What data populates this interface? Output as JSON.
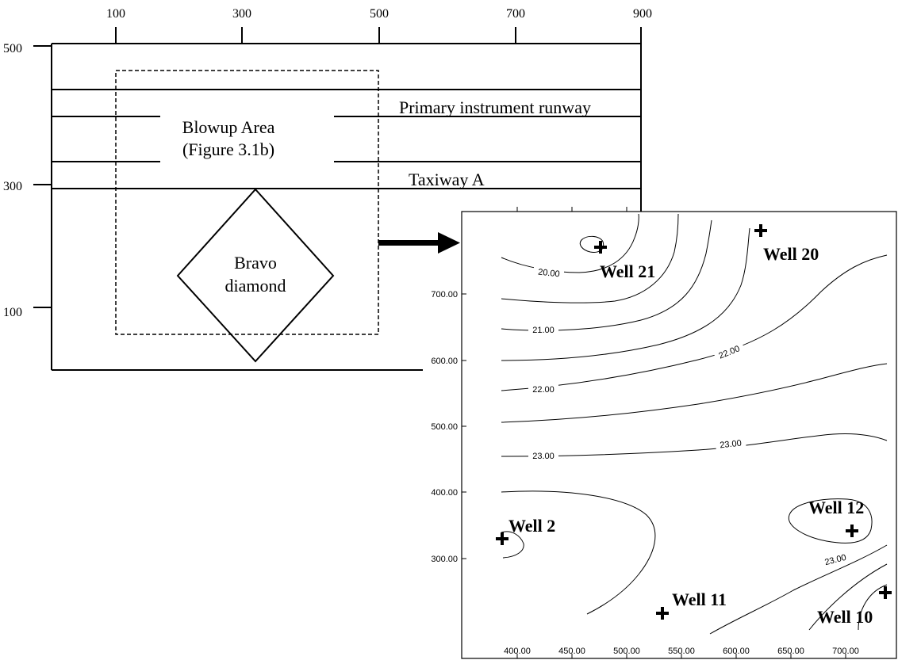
{
  "site_map": {
    "top_ticks": [
      "100",
      "300",
      "500",
      "700",
      "900"
    ],
    "left_ticks": [
      "500",
      "300",
      "100"
    ],
    "primary_runway_label": "Primary instrument runway",
    "taxiway_label": "Taxiway A",
    "blowup_line1": "Blowup Area",
    "blowup_line2": "(Figure 3.1b)",
    "diamond_line1": "Bravo",
    "diamond_line2": "diamond"
  },
  "contour_map": {
    "x_ticks": [
      "400.00",
      "450.00",
      "500.00",
      "550.00",
      "600.00",
      "650.00",
      "700.00"
    ],
    "y_ticks": [
      "700.00",
      "600.00",
      "500.00",
      "400.00",
      "300.00"
    ],
    "contour_labels": [
      "20.00",
      "21.00",
      "22.00",
      "22.00",
      "23.00",
      "23.00",
      "23.00"
    ],
    "wells": [
      {
        "name": "Well 21"
      },
      {
        "name": "Well 20"
      },
      {
        "name": "Well 2"
      },
      {
        "name": "Well 12"
      },
      {
        "name": "Well 11"
      },
      {
        "name": "Well 10"
      }
    ]
  }
}
